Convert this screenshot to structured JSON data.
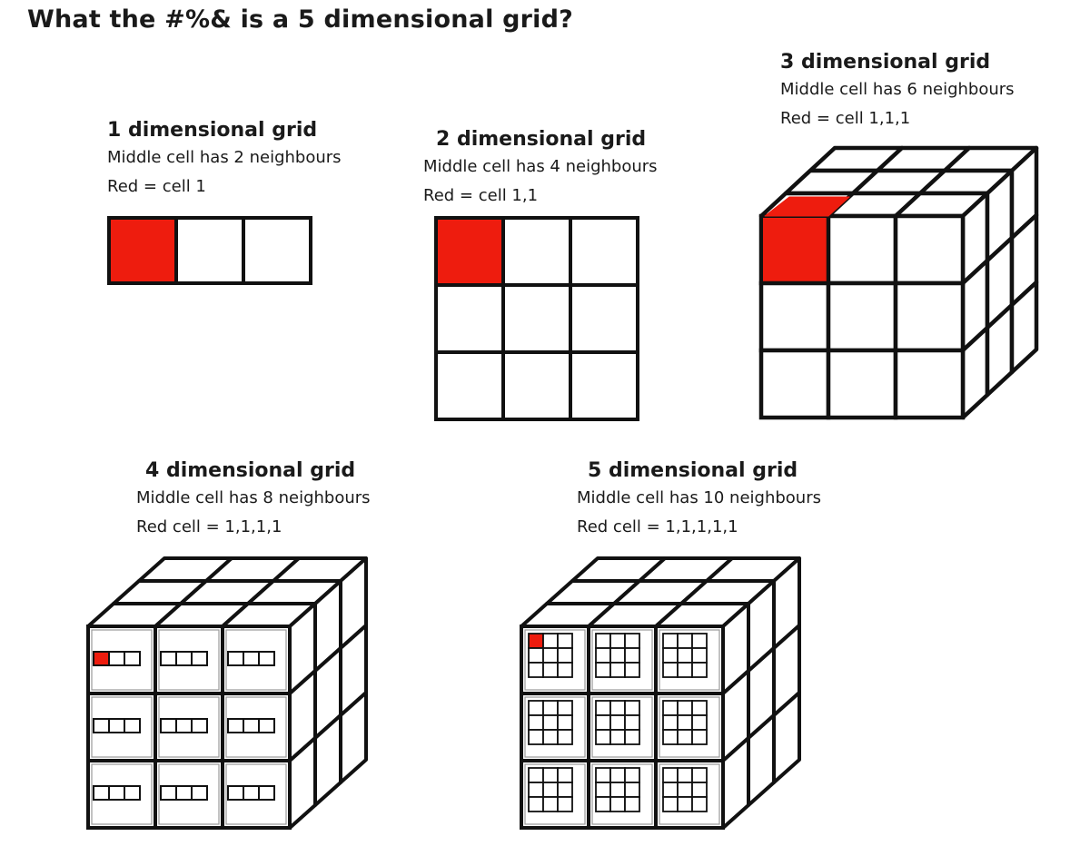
{
  "title": "What the #%& is a 5 dimensional grid?",
  "colors": {
    "red": "#ee1c0e",
    "ink": "#111111",
    "grey": "#666666"
  },
  "sections": {
    "d1": {
      "heading": "1 dimensional grid",
      "neighbours": "Middle cell has 2 neighbours",
      "red": "Red = cell 1"
    },
    "d2": {
      "heading": "2 dimensional grid",
      "neighbours": "Middle cell has 4 neighbours",
      "red": "Red = cell 1,1"
    },
    "d3": {
      "heading": "3 dimensional grid",
      "neighbours": "Middle cell has 6 neighbours",
      "red": "Red = cell 1,1,1"
    },
    "d4": {
      "heading": "4 dimensional grid",
      "neighbours": "Middle cell has 8 neighbours",
      "red": "Red cell = 1,1,1,1"
    },
    "d5": {
      "heading": "5 dimensional grid",
      "neighbours": "Middle cell has 10 neighbours",
      "red": "Red cell = 1,1,1,1,1"
    }
  }
}
